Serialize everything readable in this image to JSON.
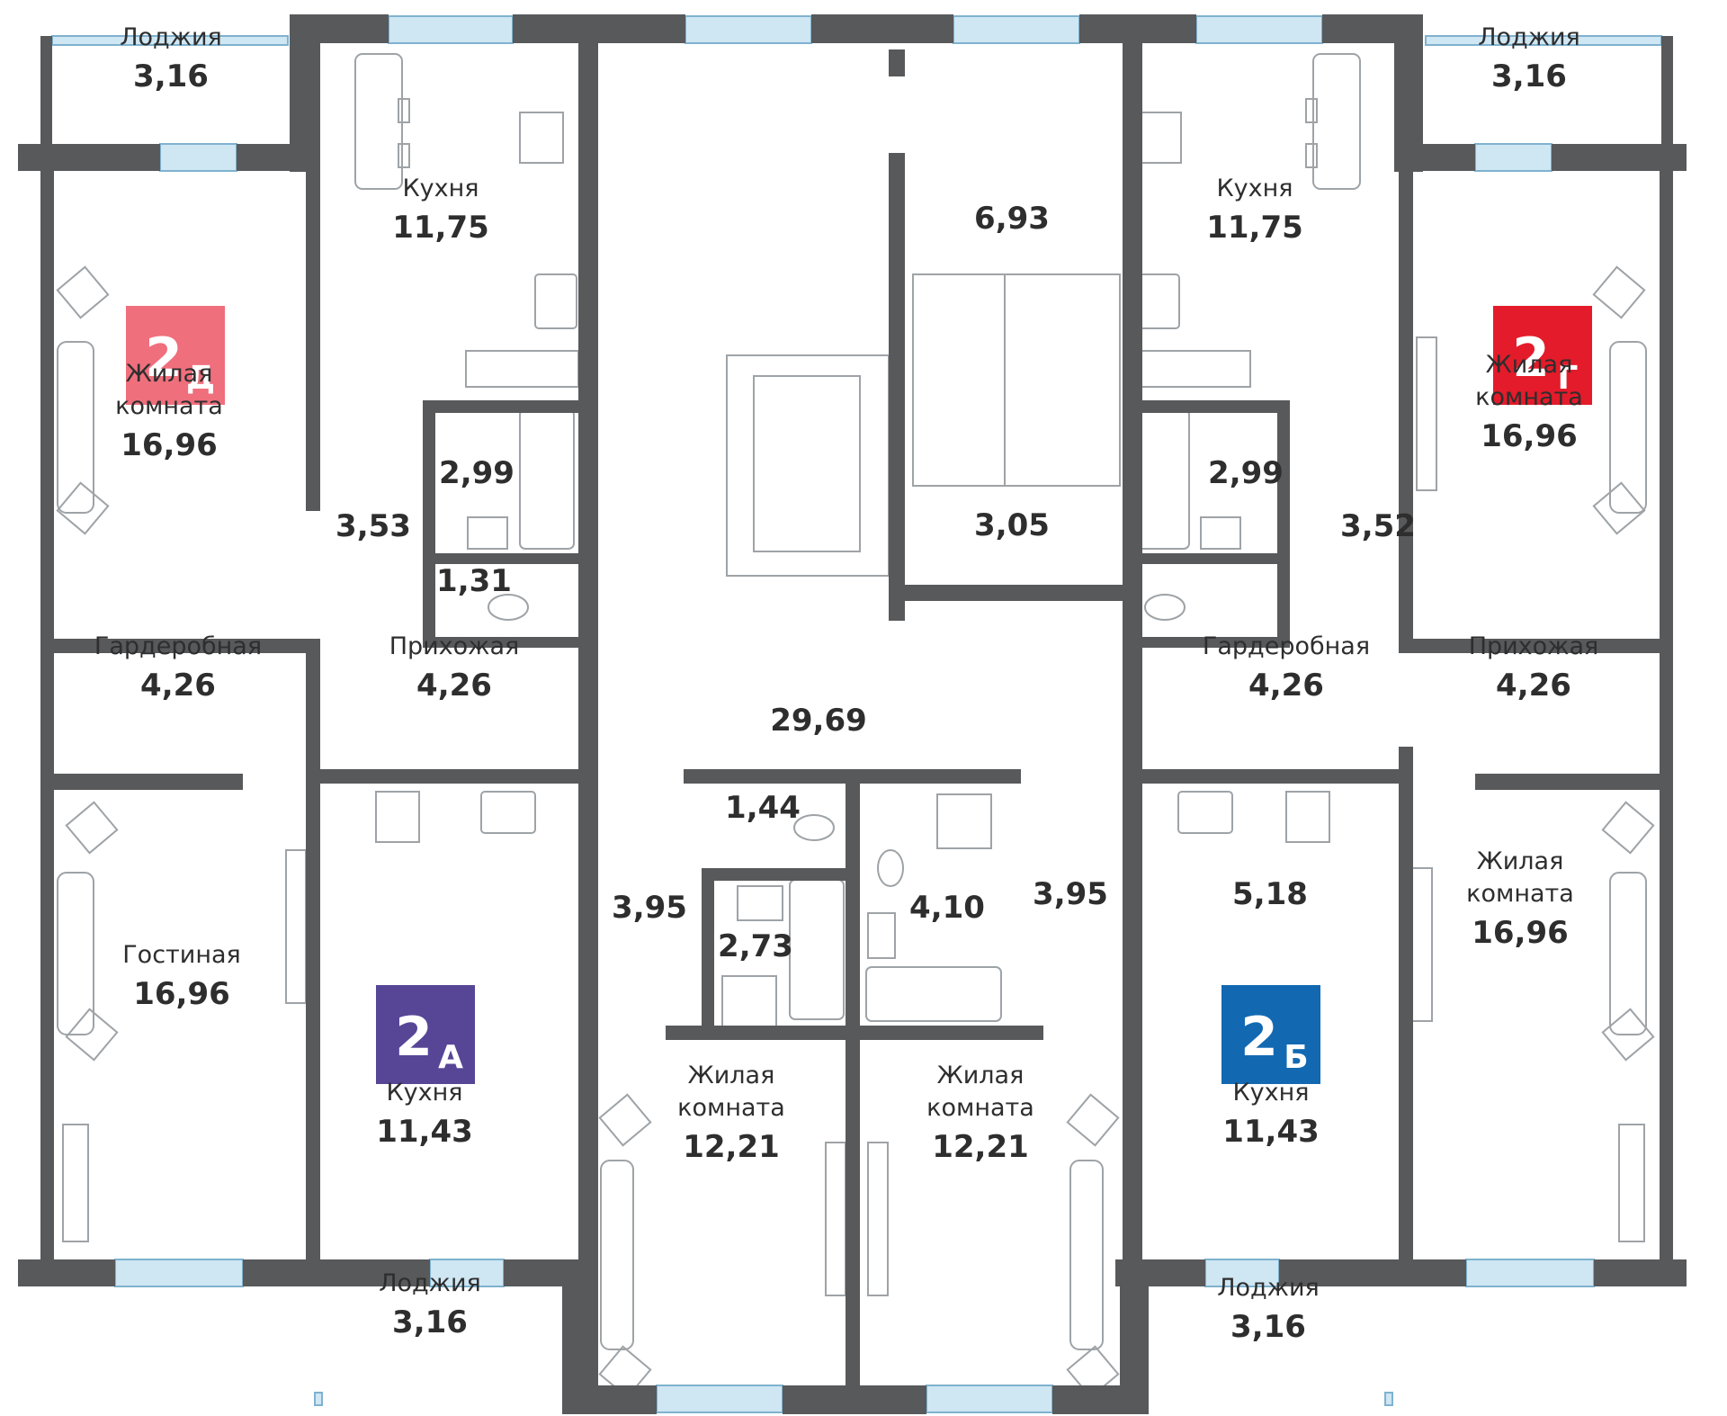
{
  "colors": {
    "wall": "#58595b",
    "window": "#cfe6f3",
    "window_edge": "#7fb2cf",
    "furniture": "#9ea3a7"
  },
  "badges": [
    {
      "label": "2",
      "sub": "Д",
      "color": "#ef6f7d"
    },
    {
      "label": "2",
      "sub": "Г",
      "color": "#e41b2a"
    },
    {
      "label": "2",
      "sub": "А",
      "color": "#574596"
    },
    {
      "label": "2",
      "sub": "Б",
      "color": "#1269b2"
    }
  ],
  "rooms": [
    {
      "lines": [
        "Лоджия"
      ],
      "area": "3,16"
    },
    {
      "lines": [
        "Кухня"
      ],
      "area": "11,75"
    },
    {
      "lines": [],
      "area": "6,93"
    },
    {
      "lines": [
        "Кухня"
      ],
      "area": "11,75"
    },
    {
      "lines": [
        "Лоджия"
      ],
      "area": "3,16"
    },
    {
      "lines": [
        "Жилая",
        "комната"
      ],
      "area": "16,96"
    },
    {
      "lines": [],
      "area": "2,99"
    },
    {
      "lines": [],
      "area": "3,53"
    },
    {
      "lines": [],
      "area": "1,31"
    },
    {
      "lines": [],
      "area": "3,05"
    },
    {
      "lines": [],
      "area": "2,99"
    },
    {
      "lines": [],
      "area": "3,52"
    },
    {
      "lines": [
        "Жилая",
        "комната"
      ],
      "area": "16,96"
    },
    {
      "lines": [
        "Гардеробная"
      ],
      "area": "4,26"
    },
    {
      "lines": [
        "Прихожая"
      ],
      "area": "4,26"
    },
    {
      "lines": [],
      "area": "29,69"
    },
    {
      "lines": [
        "Гардеробная"
      ],
      "area": "4,26"
    },
    {
      "lines": [
        "Прихожая"
      ],
      "area": "4,26"
    },
    {
      "lines": [],
      "area": "1,44"
    },
    {
      "lines": [],
      "area": "3,95"
    },
    {
      "lines": [],
      "area": "4,10"
    },
    {
      "lines": [],
      "area": "3,95"
    },
    {
      "lines": [],
      "area": "2,73"
    },
    {
      "lines": [],
      "area": "5,18"
    },
    {
      "lines": [
        "Гостиная"
      ],
      "area": "16,96"
    },
    {
      "lines": [
        "Жилая",
        "комната"
      ],
      "area": "16,96"
    },
    {
      "lines": [
        "Кухня"
      ],
      "area": "11,43"
    },
    {
      "lines": [
        "Жилая",
        "комната"
      ],
      "area": "12,21"
    },
    {
      "lines": [
        "Жилая",
        "комната"
      ],
      "area": "12,21"
    },
    {
      "lines": [
        "Кухня"
      ],
      "area": "11,43"
    },
    {
      "lines": [
        "Лоджия"
      ],
      "area": "3,16"
    },
    {
      "lines": [
        "Лоджия"
      ],
      "area": "3,16"
    }
  ]
}
